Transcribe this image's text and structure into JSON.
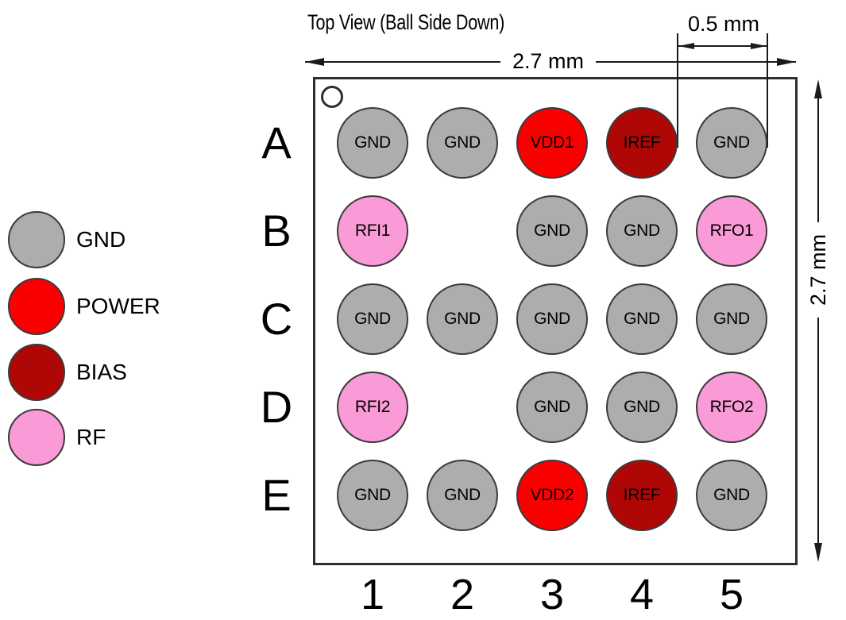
{
  "title": "Top View (Ball Side Down)",
  "dimensions": {
    "package_width": "2.7 mm",
    "package_height": "2.7 mm",
    "ball_pitch": "0.5 mm"
  },
  "colors": {
    "gnd": "#ADADAD",
    "power": "#FA0000",
    "bias": "#AF0606",
    "rf": "#FA9AD7",
    "outline": "#3B3B3B",
    "line": "#1A1A1A"
  },
  "legend": {
    "items": [
      {
        "label": "GND",
        "type": "gnd"
      },
      {
        "label": "POWER",
        "type": "power"
      },
      {
        "label": "BIAS",
        "type": "bias"
      },
      {
        "label": "RF",
        "type": "rf"
      }
    ]
  },
  "grid": {
    "row_labels": [
      "A",
      "B",
      "C",
      "D",
      "E"
    ],
    "col_labels": [
      "1",
      "2",
      "3",
      "4",
      "5"
    ],
    "rows": [
      {
        "row": "A",
        "balls": [
          {
            "col": "1",
            "label": "GND",
            "type": "gnd"
          },
          {
            "col": "2",
            "label": "GND",
            "type": "gnd"
          },
          {
            "col": "3",
            "label": "VDD1",
            "type": "power"
          },
          {
            "col": "4",
            "label": "IREF",
            "type": "bias"
          },
          {
            "col": "5",
            "label": "GND",
            "type": "gnd"
          }
        ]
      },
      {
        "row": "B",
        "balls": [
          {
            "col": "1",
            "label": "RFI1",
            "type": "rf"
          },
          {
            "col": "3",
            "label": "GND",
            "type": "gnd"
          },
          {
            "col": "4",
            "label": "GND",
            "type": "gnd"
          },
          {
            "col": "5",
            "label": "RFO1",
            "type": "rf"
          }
        ]
      },
      {
        "row": "C",
        "balls": [
          {
            "col": "1",
            "label": "GND",
            "type": "gnd"
          },
          {
            "col": "2",
            "label": "GND",
            "type": "gnd"
          },
          {
            "col": "3",
            "label": "GND",
            "type": "gnd"
          },
          {
            "col": "4",
            "label": "GND",
            "type": "gnd"
          },
          {
            "col": "5",
            "label": "GND",
            "type": "gnd"
          }
        ]
      },
      {
        "row": "D",
        "balls": [
          {
            "col": "1",
            "label": "RFI2",
            "type": "rf"
          },
          {
            "col": "3",
            "label": "GND",
            "type": "gnd"
          },
          {
            "col": "4",
            "label": "GND",
            "type": "gnd"
          },
          {
            "col": "5",
            "label": "RFO2",
            "type": "rf"
          }
        ]
      },
      {
        "row": "E",
        "balls": [
          {
            "col": "1",
            "label": "GND",
            "type": "gnd"
          },
          {
            "col": "2",
            "label": "GND",
            "type": "gnd"
          },
          {
            "col": "3",
            "label": "VDD2",
            "type": "power"
          },
          {
            "col": "4",
            "label": "IREF",
            "type": "bias"
          },
          {
            "col": "5",
            "label": "GND",
            "type": "gnd"
          }
        ]
      }
    ]
  }
}
